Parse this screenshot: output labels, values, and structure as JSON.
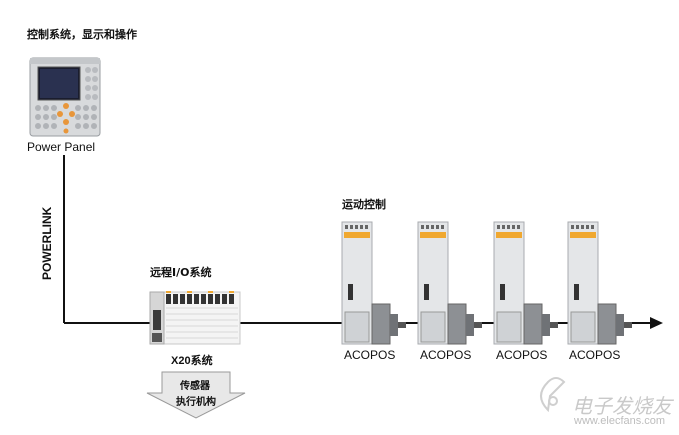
{
  "labels": {
    "control_system": "控制系统，显示和操作",
    "power_panel": "Power Panel",
    "powerlink": "POWERLINK",
    "remote_io": "远程I/O系统",
    "x20": "X20系统",
    "sensor": "传感器",
    "actuator": "执行机构",
    "motion_control": "运动控制",
    "drives": [
      "ACOPOS",
      "ACOPOS",
      "ACOPOS",
      "ACOPOS"
    ]
  },
  "watermark": {
    "text": "电子发烧友",
    "url": "www.elecfans.com"
  },
  "colors": {
    "line": "#111111",
    "panel_body": "#d8dadc",
    "panel_screen": "#1a1d2e",
    "panel_key_accent": "#e8963a",
    "drive_body": "#e4e6e8",
    "drive_accent": "#f0a830",
    "arrow_fill": "#e8e8e8"
  }
}
